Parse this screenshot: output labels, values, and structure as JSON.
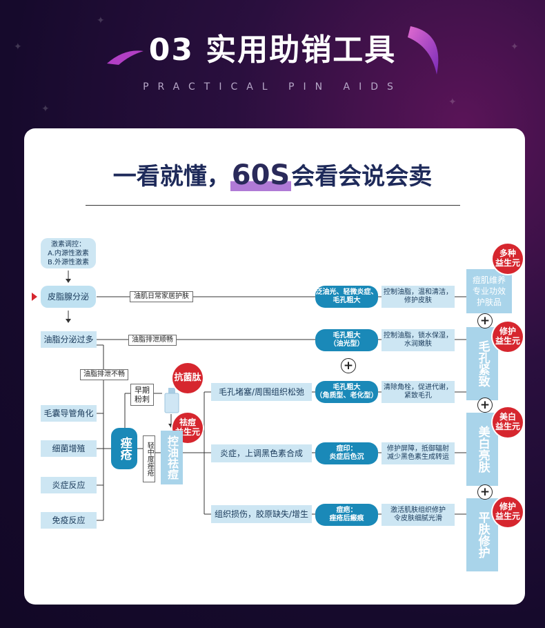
{
  "header": {
    "title": "03 实用助销工具",
    "subtitle": "PRACTICAL PIN AIDS"
  },
  "card": {
    "title_prefix": "一看就懂，",
    "title_highlight": "60S",
    "title_suffix": "会看会说会卖"
  },
  "diagram": {
    "hormone_box": {
      "line1": "激素调控：",
      "line2": "A.内源性激素",
      "line3": "B.外源性激素"
    },
    "sebaceous": "皮脂腺分泌",
    "oil_excess": "油脂分泌过多",
    "follicle": "毛囊导管角化",
    "bacteria": "细菌增殖",
    "inflammation": "炎症反应",
    "immune": "免疫反应",
    "acne": "痤疮",
    "edge_daily_care": "油肌日常家居护肤",
    "edge_oil_smooth": "油脂排泄顺畅",
    "edge_oil_blocked": "油脂排泄不畅",
    "early_stage": "早期粉刺",
    "mild_stage": "轻中度痤疮",
    "badge_antibacterial": "抗菌肽",
    "badge_acne_probiotic": {
      "line1": "祛痘",
      "line2": "益生元"
    },
    "oil_control": "控油祛痘",
    "conditions": {
      "pore_block": "毛孔堵塞/周围组织松弛",
      "inflam_melanin": "炎症，上调黑色素合成",
      "tissue_damage": "组织损伤，胶原缺失/增生"
    },
    "pills": {
      "p1": {
        "line1": "泛油光、轻微炎症、",
        "line2": "毛孔粗大"
      },
      "p2": {
        "line1": "毛孔粗大",
        "line2": "（油光型）"
      },
      "p3": {
        "line1": "毛孔粗大",
        "line2": "（角质型、老化型）"
      },
      "p4": {
        "line1": "痘印：",
        "line2": "炎症后色沉"
      },
      "p5": {
        "line1": "痘疤：",
        "line2": "痤疮后瘢痕"
      }
    },
    "solutions": {
      "s1": {
        "line1": "控制油脂，温和清洁，",
        "line2": "修护皮肤"
      },
      "s2": {
        "line1": "控制油脂，锁水保湿，",
        "line2": "水润嫩肤"
      },
      "s3": {
        "line1": "清除角栓，促进代谢，",
        "line2": "紧致毛孔"
      },
      "s4": {
        "line1": "修护屏障，抵御辐射",
        "line2": "减少黑色素生成转运"
      },
      "s5": {
        "line1": "激活肌肤组织修护",
        "line2": "令皮肤细腻光滑"
      }
    },
    "products": {
      "r1": {
        "line1": "痘肌维养",
        "line2": "专业功效",
        "line3": "护肤品"
      },
      "r2": "毛孔紧致",
      "r3": "美白亮肤",
      "r4": "平肤修护"
    },
    "badges_right": {
      "b1": {
        "line1": "多种",
        "line2": "益生元"
      },
      "b2": {
        "line1": "修护",
        "line2": "益生元"
      },
      "b3": {
        "line1": "美白",
        "line2": "益生元"
      },
      "b4": {
        "line1": "修护",
        "line2": "益生元"
      }
    },
    "plus_symbol": "+"
  },
  "colors": {
    "accent_blue": "#1a89b8",
    "light_blue": "#cde6f3",
    "badge_red": "#d6262e",
    "highlight_purple": "#b07ad6"
  }
}
